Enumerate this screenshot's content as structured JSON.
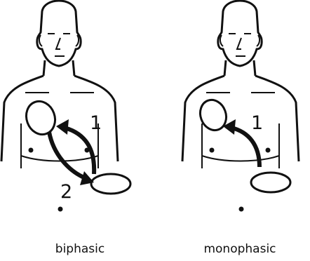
{
  "panels": [
    {
      "caption": "biphasic",
      "arrow_labels": [
        "1",
        "2"
      ]
    },
    {
      "caption": "monophasic",
      "arrow_labels": [
        "1"
      ]
    }
  ],
  "colors": {
    "line": "#111111",
    "background": "#ffffff"
  }
}
